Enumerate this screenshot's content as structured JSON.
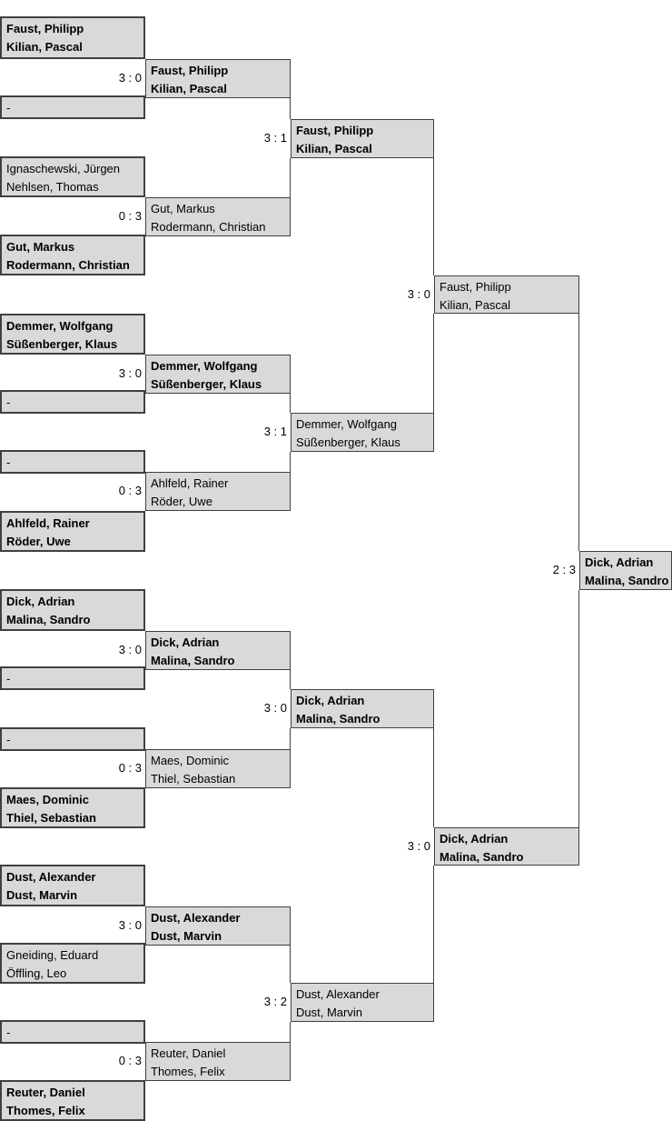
{
  "colors": {
    "box_fill": "#d9d9d9",
    "box_border": "#404040",
    "background": "#ffffff",
    "text": "#000000"
  },
  "bracket": {
    "r16": [
      {
        "line1": "Faust, Philipp",
        "line2": "Kilian, Pascal",
        "winner": true
      },
      {
        "line1": "-",
        "line2": "",
        "winner": false
      },
      {
        "line1": "Ignaschewski, Jürgen",
        "line2": "Nehlsen, Thomas",
        "winner": false
      },
      {
        "line1": "Gut, Markus",
        "line2": "Rodermann, Christian",
        "winner": true
      },
      {
        "line1": "Demmer, Wolfgang",
        "line2": "Süßenberger, Klaus",
        "winner": true
      },
      {
        "line1": "-",
        "line2": "",
        "winner": false
      },
      {
        "line1": "-",
        "line2": "",
        "winner": false
      },
      {
        "line1": "Ahlfeld, Rainer",
        "line2": "Röder, Uwe",
        "winner": true
      },
      {
        "line1": "Dick, Adrian",
        "line2": "Malina, Sandro",
        "winner": true
      },
      {
        "line1": "-",
        "line2": "",
        "winner": false
      },
      {
        "line1": "-",
        "line2": "",
        "winner": false
      },
      {
        "line1": "Maes, Dominic",
        "line2": "Thiel, Sebastian",
        "winner": true
      },
      {
        "line1": "Dust, Alexander",
        "line2": "Dust, Marvin",
        "winner": true
      },
      {
        "line1": "Gneiding, Eduard",
        "line2": "Öffling, Leo",
        "winner": false
      },
      {
        "line1": "-",
        "line2": "",
        "winner": false
      },
      {
        "line1": "Reuter, Daniel",
        "line2": "Thomes, Felix",
        "winner": true
      }
    ],
    "qf": [
      {
        "line1": "Faust, Philipp",
        "line2": "Kilian, Pascal",
        "score": "3 : 0",
        "winner": true
      },
      {
        "line1": "Gut, Markus",
        "line2": "Rodermann, Christian",
        "score": "0 : 3",
        "winner": false
      },
      {
        "line1": "Demmer, Wolfgang",
        "line2": "Süßenberger, Klaus",
        "score": "3 : 0",
        "winner": true
      },
      {
        "line1": "Ahlfeld, Rainer",
        "line2": "Röder, Uwe",
        "score": "0 : 3",
        "winner": false
      },
      {
        "line1": "Dick, Adrian",
        "line2": "Malina, Sandro",
        "score": "3 : 0",
        "winner": true
      },
      {
        "line1": "Maes, Dominic",
        "line2": "Thiel, Sebastian",
        "score": "0 : 3",
        "winner": false
      },
      {
        "line1": "Dust, Alexander",
        "line2": "Dust, Marvin",
        "score": "3 : 0",
        "winner": true
      },
      {
        "line1": "Reuter, Daniel",
        "line2": "Thomes, Felix",
        "score": "0 : 3",
        "winner": false
      }
    ],
    "sf": [
      {
        "line1": "Faust, Philipp",
        "line2": "Kilian, Pascal",
        "score": "3 : 1",
        "winner": true
      },
      {
        "line1": "Demmer, Wolfgang",
        "line2": "Süßenberger, Klaus",
        "score": "3 : 1",
        "winner": false
      },
      {
        "line1": "Dick, Adrian",
        "line2": "Malina, Sandro",
        "score": "3 : 0",
        "winner": true
      },
      {
        "line1": "Dust, Alexander",
        "line2": "Dust, Marvin",
        "score": "3 : 2",
        "winner": false
      }
    ],
    "final": [
      {
        "line1": "Faust, Philipp",
        "line2": "Kilian, Pascal",
        "score": "3 : 0",
        "winner": false
      },
      {
        "line1": "Dick, Adrian",
        "line2": "Malina, Sandro",
        "score": "3 : 0",
        "winner": true
      }
    ],
    "champion": {
      "line1": "Dick, Adrian",
      "line2": "Malina, Sandro",
      "score": "2 : 3",
      "winner": true
    }
  }
}
